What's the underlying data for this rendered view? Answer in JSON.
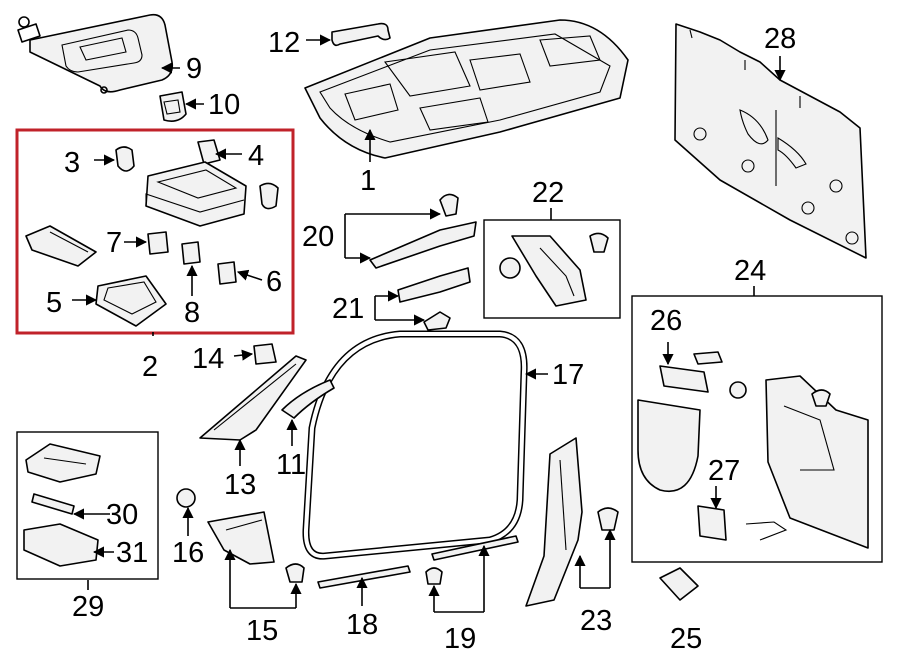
{
  "diagram": {
    "highlight_color": "#c0222a",
    "callouts": [
      "1",
      "2",
      "3",
      "4",
      "5",
      "6",
      "7",
      "8",
      "9",
      "10",
      "11",
      "12",
      "13",
      "14",
      "15",
      "16",
      "17",
      "18",
      "19",
      "20",
      "21",
      "22",
      "23",
      "24",
      "25",
      "26",
      "27",
      "28",
      "29",
      "30",
      "31"
    ]
  }
}
